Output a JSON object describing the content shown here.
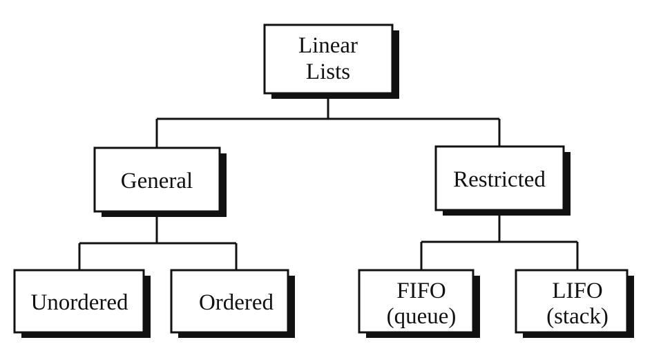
{
  "diagram": {
    "type": "tree",
    "nodes": {
      "root": {
        "lines": [
          "Linear",
          "Lists"
        ]
      },
      "general": {
        "lines": [
          "General"
        ]
      },
      "restricted": {
        "lines": [
          "Restricted"
        ]
      },
      "unordered": {
        "lines": [
          "Unordered"
        ]
      },
      "ordered": {
        "lines": [
          "Ordered"
        ]
      },
      "fifo": {
        "lines": [
          "FIFO",
          "(queue)"
        ]
      },
      "lifo": {
        "lines": [
          "LIFO",
          "(stack)"
        ]
      }
    },
    "edges": [
      [
        "root",
        "general"
      ],
      [
        "root",
        "restricted"
      ],
      [
        "general",
        "unordered"
      ],
      [
        "general",
        "ordered"
      ],
      [
        "restricted",
        "fifo"
      ],
      [
        "restricted",
        "lifo"
      ]
    ]
  }
}
